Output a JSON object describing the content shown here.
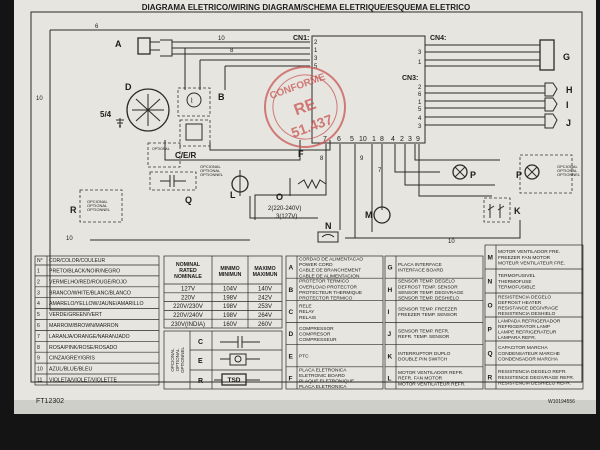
{
  "title": "DIAGRAMA ELETRICO/WIRING DIAGRAM/SCHEMA ELETRIQUE/ESQUEMA ELETRICO",
  "stamp": {
    "line1": "CONFORME",
    "line2": "RE",
    "line3": "51.437"
  },
  "connectors": {
    "cn1": "CN1:",
    "cn4": "CN4:",
    "cn3": "CN3:",
    "cn1_pins": [
      "2",
      "1",
      "3",
      "5"
    ],
    "bottom_pins": [
      "7",
      "6",
      "5",
      "10",
      "1",
      "8",
      "4",
      "2",
      "3",
      "9"
    ],
    "cn4_pins": [
      "3",
      "1"
    ],
    "cn3_pins": [
      "2",
      "6",
      "1",
      "5",
      "4",
      "3"
    ]
  },
  "components": {
    "A": "A",
    "B": "B",
    "C": "C/E/R",
    "D": "D",
    "F": "F",
    "G": "G",
    "H": "H",
    "I": "I",
    "J": "J",
    "K": "K",
    "L": "L",
    "M": "M",
    "N": "N",
    "P1": "P",
    "P2": "P",
    "Q": "Q",
    "R": "R",
    "motor_terminals": "5/4",
    "voltage_note_1": "2(220-240V)",
    "voltage_note_2": "3(127V)",
    "optional_1": "OPCIONAL\nOPTIONAL\nOPTIONNEL",
    "optional_2": "OPCIONAL\nOPTIONAL\nOPTIONNEL",
    "optional_3": "OPCIONAL\nOPTIONAL\nOPTIONNEL"
  },
  "wire_labels": [
    "6",
    "10",
    "8",
    "10",
    "10",
    "8",
    "9",
    "7",
    "10"
  ],
  "color_table": {
    "header": [
      "N°",
      "COR/COLOR/COULEUR"
    ],
    "rows": [
      [
        "1",
        "PRETO/BLACK/NOIR/NEGRO"
      ],
      [
        "2",
        "VERMELHO/RED/ROUGE/ROJO"
      ],
      [
        "3",
        "BRANCO/WHITE/BLANC/BLANCO"
      ],
      [
        "4",
        "AMARELO/YELLOW/JAUNE/AMARILLO"
      ],
      [
        "5",
        "VERDE/GREEN/VERT"
      ],
      [
        "6",
        "MARROM/BROWN/MARRON"
      ],
      [
        "7",
        "LARANJA/ORANGE/NARANJADO"
      ],
      [
        "8",
        "ROSA/PINK/ROSE/ROSADO"
      ],
      [
        "9",
        "CINZA/GREY/GRIS"
      ],
      [
        "10",
        "AZUL/BLUE/BLEU"
      ],
      [
        "11",
        "VIOLETA/VIOLET/VIOLETTE"
      ]
    ]
  },
  "voltage_table": {
    "headers": [
      "NOMINAL\nRATED\nNOMINALE",
      "MINIMO\nMINIMUN",
      "MAXIMO\nMAXIMUN"
    ],
    "rows": [
      [
        "127V",
        "104V",
        "140V"
      ],
      [
        "220V",
        "198V",
        "242V"
      ],
      [
        "220V/230V",
        "198V",
        "253V"
      ],
      [
        "220V/240V",
        "198V",
        "264V"
      ],
      [
        "230V(INDIA)",
        "160V",
        "260V"
      ]
    ]
  },
  "optional_table": {
    "side_label": "OPCIONAL\nOPTIONAL\nOPTIONNEL",
    "rows": [
      "C",
      "E",
      "R"
    ],
    "r_symbol": "TSD"
  },
  "legend1": [
    [
      "A",
      "CORDAO DE ALIMENTACAO\nPOWER CORD\nCABLE DE BRANCHEMENT\nCABLE DE ALIMENTACION"
    ],
    [
      "B",
      "PROTETOR TERMICO\nOVERLOAD PROTECTOR\nPROTECTEUR THERMIQUE\nPROTECTOR TERMICO"
    ],
    [
      "C",
      "RELE\nRELAY\nRELAIS"
    ],
    [
      "D",
      "COMPRESSOR\nCOMPRESOR\nCOMPRESSEUR"
    ],
    [
      "E",
      "PTC"
    ],
    [
      "F",
      "PLACA ELETRONICA\nELETRONIC BOARD\nPLAQUE ELETRONIQUE\nPLACA ELETRONICA"
    ]
  ],
  "legend2": [
    [
      "G",
      "PLACA INTERFACE\nINTERFACE BOARD"
    ],
    [
      "H",
      "SENSOR TEMP. DEGELO\nDEFROST TEMP. SENSOR\nSENSOR TEMP. DEGIVRAGE\nSENSOR TEMP. DESHIELO"
    ],
    [
      "I",
      "SENSOR TEMP. FREEZER\nFREEZER TEMP. SENSOR"
    ],
    [
      "J",
      "SENSOR TEMP. REFR.\nREFR. TEMP. SENSOR"
    ],
    [
      "K",
      "INTERRUPTOR DUPLO\nDOUBLE PIN SWITCH"
    ],
    [
      "L",
      "MOTOR VENTILADOR REFR.\nREFR. FAN MOTOR\nMOTOR VENTILATEUR REFR."
    ]
  ],
  "legend3": [
    [
      "M",
      "MOTOR VENTILADOR FRE.\nFREEZER FAN MOTOR\nMOTEUR VENTILATEUR FRE."
    ],
    [
      "N",
      "TERMOFUSIVEL\nTHERMOFUSE\nTERMOFUSIBLE"
    ],
    [
      "O",
      "RESISTENCIA DEGELO\nDEFROST HEATER\nRESISTANCE DEGIVRAGE\nRESISTENCIA DESHIELO"
    ],
    [
      "P",
      "LAMPADA REFRIGERADOR\nREFRIGERATOR LAMP\nLAMPE REFRIGERATEUR\nLAMPARA REFR."
    ],
    [
      "Q",
      "CAPACITOR MARCHA\nCONDENSATEUR MARCHE\nCONDENSADOR MARCHA"
    ],
    [
      "R",
      "RESISTENCIA DEGELO REFR.\nRESISTENCE DEGIVRAGE REFR.\nRESISTENCIA DESHIELO REFR."
    ]
  ],
  "footer": {
    "left": "FT12302",
    "right": "W10194556"
  }
}
